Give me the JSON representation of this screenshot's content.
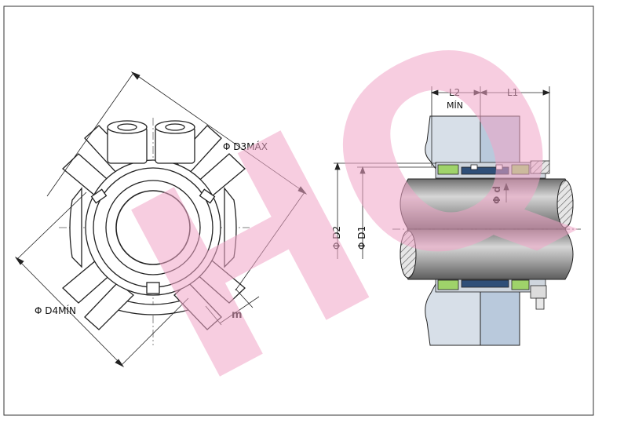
{
  "labels": {
    "d3": "Φ D3MÁX",
    "d4": "Φ D4MÍN",
    "m": "m",
    "l2": "L2",
    "l2_min": "MÍN",
    "l1": "L1",
    "d2": "Φ D2",
    "dd1": "Φ D1",
    "d": "Φ d"
  },
  "watermark": {
    "text": "HQ",
    "color": "#f2a6c8"
  },
  "colors": {
    "frame": "#333333",
    "shaft": "#8f8f8f",
    "gland": "#b9c9dc",
    "seal_green": "#9fd36a"
  }
}
